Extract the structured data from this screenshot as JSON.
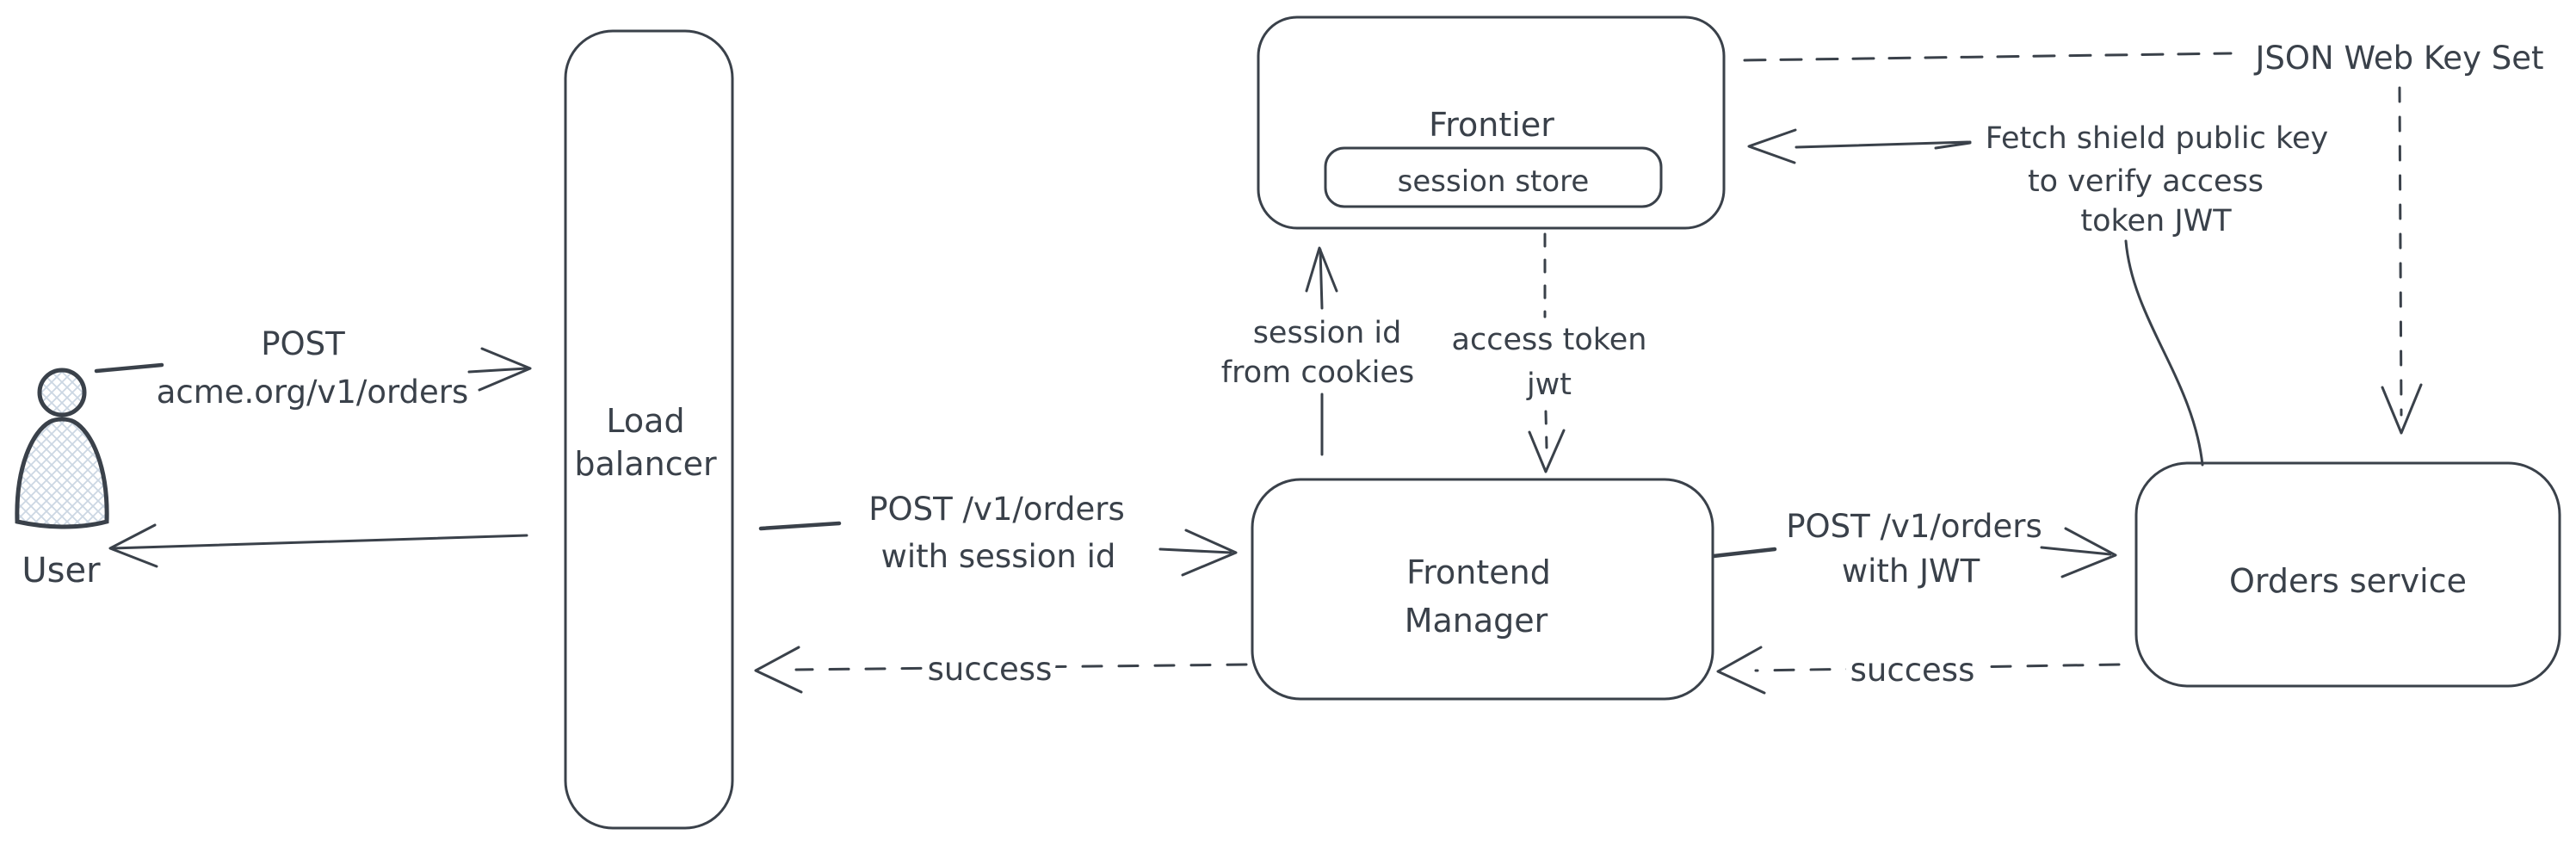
{
  "diagram": {
    "background": "#ffffff",
    "stroke_color": "#3a414a",
    "hatch_color": "#ccd7e3",
    "nodes": {
      "user": {
        "label": "User"
      },
      "load_balancer": {
        "line1": "Load",
        "line2": "balancer"
      },
      "frontier": {
        "label": "Frontier"
      },
      "session_store": {
        "label": "session store"
      },
      "frontend_manager": {
        "line1": "Frontend",
        "line2": "Manager"
      },
      "orders_service": {
        "label": "Orders service"
      },
      "jwks": {
        "label": "JSON Web Key Set"
      }
    },
    "edges": {
      "user_to_lb": {
        "line1": "POST",
        "line2": "acme.org/v1/orders"
      },
      "lb_to_user": {
        "label": ""
      },
      "lb_to_fm": {
        "line1": "POST /v1/orders",
        "line2": "with session id"
      },
      "fm_to_lb": {
        "label": "success"
      },
      "fm_to_frontier": {
        "line1": "session id",
        "line2": "from cookies"
      },
      "frontier_to_fm": {
        "line1": "access token",
        "line2": "jwt"
      },
      "fm_to_orders": {
        "line1": "POST /v1/orders",
        "line2": "with JWT"
      },
      "orders_to_fm": {
        "label": "success"
      },
      "orders_to_frontier": {
        "line1": "Fetch shield public key",
        "line2": "to verify access",
        "line3": "token JWT"
      }
    }
  }
}
